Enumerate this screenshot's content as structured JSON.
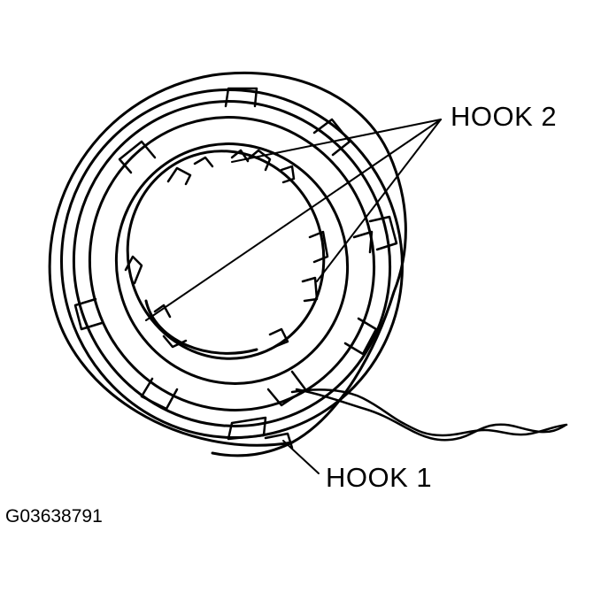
{
  "labels": {
    "hook2": "HOOK 2",
    "hook1": "HOOK 1",
    "figure_id": "G03638791"
  },
  "colors": {
    "ink": "#000000",
    "paper": "#ffffff"
  }
}
